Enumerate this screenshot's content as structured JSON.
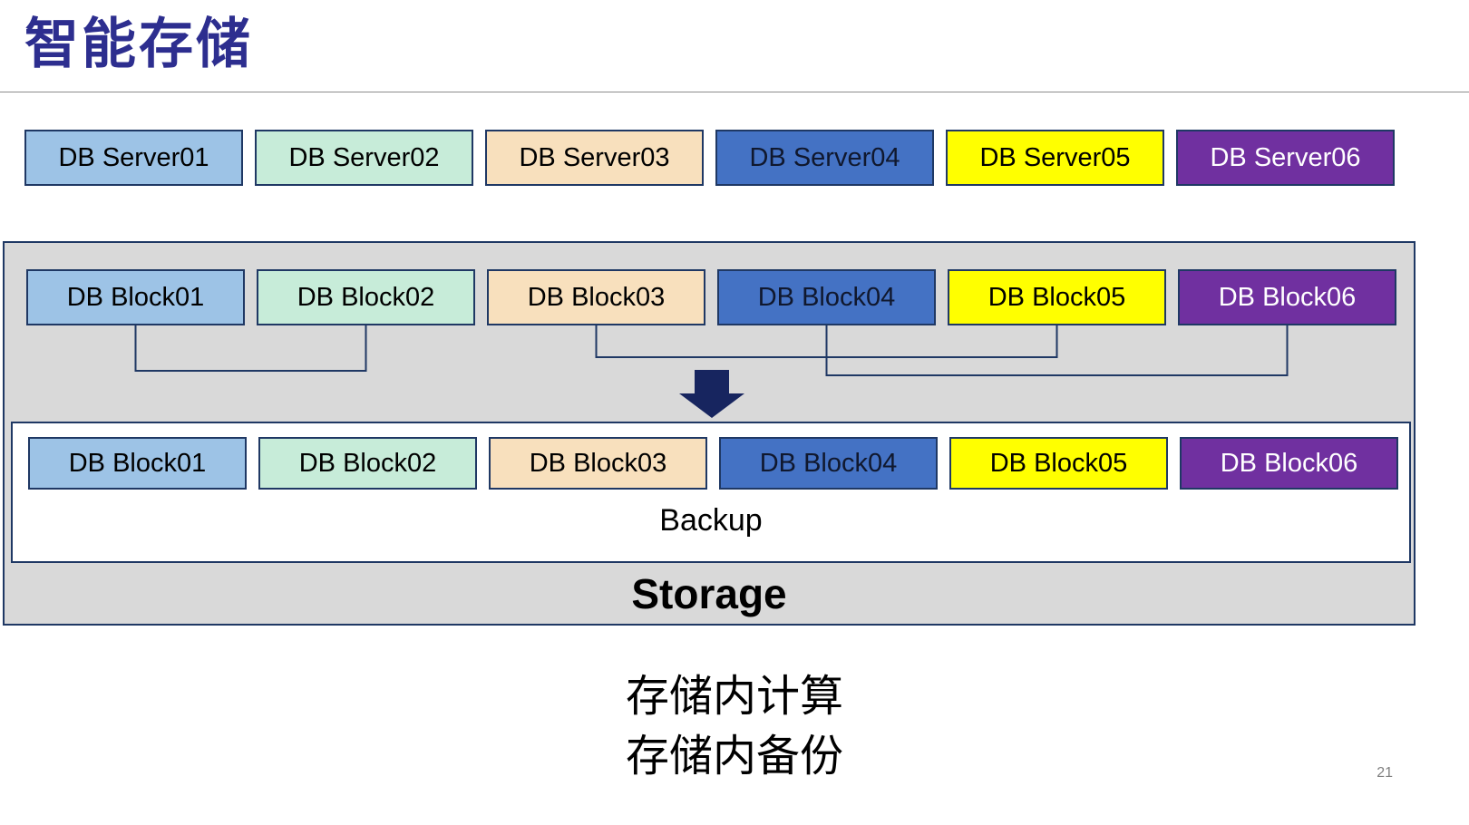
{
  "title": "智能存储",
  "servers": [
    {
      "label": "DB Server01",
      "bg": "#9DC3E6",
      "fg": "#000000"
    },
    {
      "label": "DB Server02",
      "bg": "#C7ECD9",
      "fg": "#000000"
    },
    {
      "label": "DB Server03",
      "bg": "#F8E0BD",
      "fg": "#000000"
    },
    {
      "label": "DB Server04",
      "bg": "#4472C4",
      "fg": "#10182E"
    },
    {
      "label": "DB Server05",
      "bg": "#FFFF00",
      "fg": "#000000"
    },
    {
      "label": "DB Server06",
      "bg": "#7030A0",
      "fg": "#FFFFFF"
    }
  ],
  "blocks_top": [
    {
      "label": "DB Block01",
      "bg": "#9DC3E6",
      "fg": "#000000"
    },
    {
      "label": "DB Block02",
      "bg": "#C7ECD9",
      "fg": "#000000"
    },
    {
      "label": "DB Block03",
      "bg": "#F8E0BD",
      "fg": "#000000"
    },
    {
      "label": "DB Block04",
      "bg": "#4472C4",
      "fg": "#10182E"
    },
    {
      "label": "DB Block05",
      "bg": "#FFFF00",
      "fg": "#000000"
    },
    {
      "label": "DB Block06",
      "bg": "#7030A0",
      "fg": "#FFFFFF"
    }
  ],
  "blocks_bottom": [
    {
      "label": "DB Block01",
      "bg": "#9DC3E6",
      "fg": "#000000"
    },
    {
      "label": "DB Block02",
      "bg": "#C7ECD9",
      "fg": "#000000"
    },
    {
      "label": "DB Block03",
      "bg": "#F8E0BD",
      "fg": "#000000"
    },
    {
      "label": "DB Block04",
      "bg": "#4472C4",
      "fg": "#10182E"
    },
    {
      "label": "DB Block05",
      "bg": "#FFFF00",
      "fg": "#000000"
    },
    {
      "label": "DB Block06",
      "bg": "#7030A0",
      "fg": "#FFFFFF"
    }
  ],
  "storage": {
    "label": "Storage",
    "backup": "Backup"
  },
  "notes": [
    "存储内计算",
    "存储内备份"
  ],
  "page_number": "21",
  "colors": {
    "title": "#2D2E8F",
    "border": "#1F3864",
    "container_bg": "#D9D9D9",
    "arrow": "#17255F",
    "connector": "#1F3864"
  }
}
